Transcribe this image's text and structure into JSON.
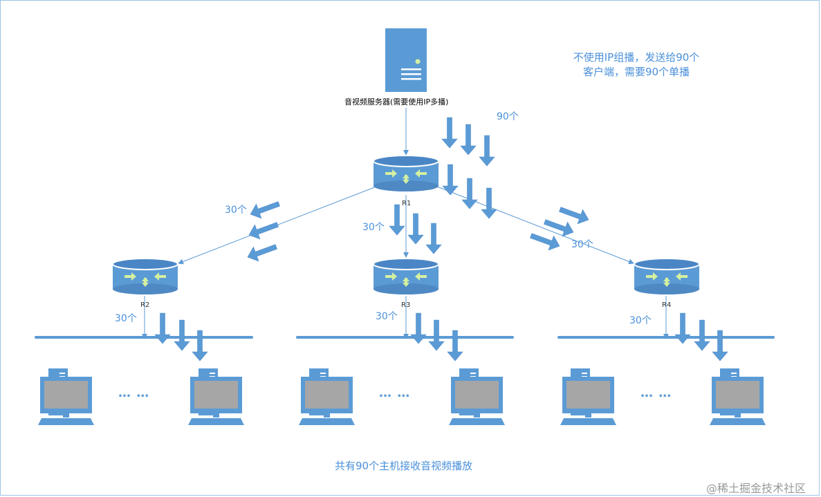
{
  "server": {
    "caption": "音视频服务器(需要使用IP多播)"
  },
  "note": {
    "line1": "不使用IP组播，发送给90个",
    "line2": "客户端，需要90个单播"
  },
  "routers": {
    "r1": "R1",
    "r2": "R2",
    "r3": "R3",
    "r4": "R4"
  },
  "counts": {
    "server_out": "90个",
    "r1_to_r2": "30个",
    "r1_to_r3": "30个",
    "r1_to_r4": "30个",
    "r2_lan": "30个",
    "r3_lan": "30个",
    "r4_lan": "30个"
  },
  "ellipsis": "… …",
  "footer": "共有90个主机接收音视频播放",
  "watermark": "@稀土掘金技术社区",
  "colors": {
    "accent": "#5b9bd5",
    "text_blue": "#4a90d9",
    "screen": "#a6a6a6",
    "router_icon": "#d4f0a0"
  }
}
